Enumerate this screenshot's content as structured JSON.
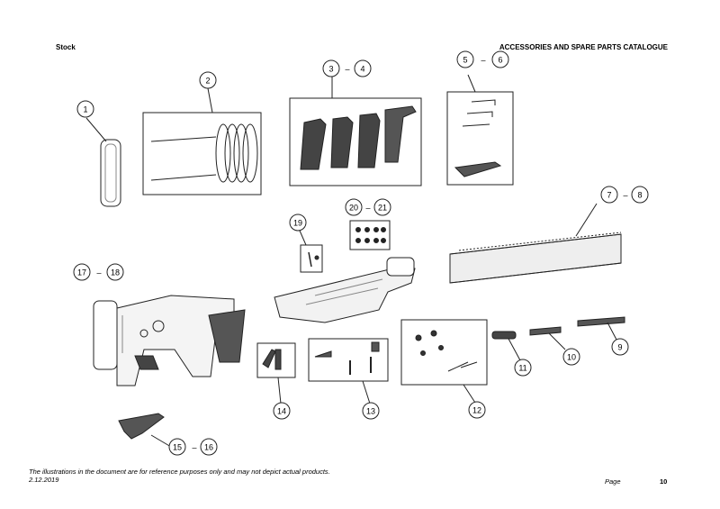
{
  "header": {
    "section": "Stock",
    "catalogue_title": "ACCESSORIES AND SPARE PARTS CATALOGUE"
  },
  "callouts": {
    "c1": "1",
    "c2": "2",
    "c3": "3",
    "c4": "4",
    "c5": "5",
    "c6": "6",
    "c7": "7",
    "c8": "8",
    "c9": "9",
    "c10": "10",
    "c11": "11",
    "c12": "12",
    "c13": "13",
    "c14": "14",
    "c15": "15",
    "c16": "16",
    "c17": "17",
    "c18": "18",
    "c19": "19",
    "c20": "20",
    "c21": "21",
    "dash": "–"
  },
  "footer": {
    "disclaimer": "The illustrations in the document are for reference purposes only and may not depict actual products.",
    "date": "2.12.2019",
    "page_label": "Page",
    "page_number": "10"
  }
}
